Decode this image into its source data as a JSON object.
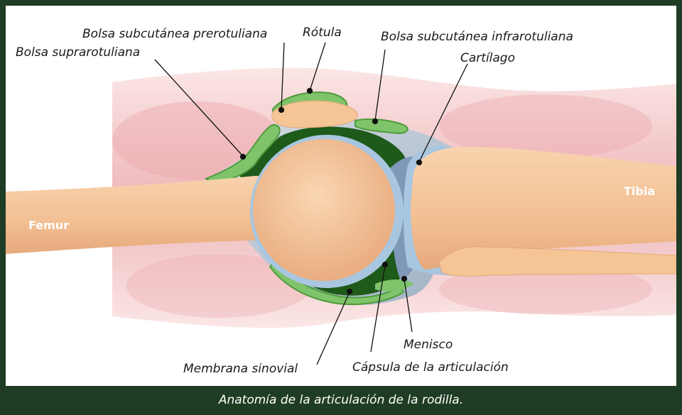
{
  "labels": {
    "bursa_prepatellar": "Bolsa subcutánea prerotuliana",
    "patella": "Rótula",
    "bursa_infrapatellar": "Bolsa subcutánea infrarotuliana",
    "bursa_suprapatellar": "Bolsa suprarotuliana",
    "cartilage": "Cartílago",
    "femur": "Femur",
    "tibia": "Tibia",
    "meniscus": "Menisco",
    "synovial_membrane": "Membrana sinovial",
    "joint_capsule": "Cápsula de la articulación"
  },
  "caption": "Anatomía de la articulación de la rodilla.",
  "colors": {
    "frame": "#1f3d24",
    "bone": "#f5c596",
    "skin": "#efb8b8",
    "bursa": "#7fc46a",
    "capsule": "#b7c8d8",
    "synovial": "#1f5a1a"
  }
}
